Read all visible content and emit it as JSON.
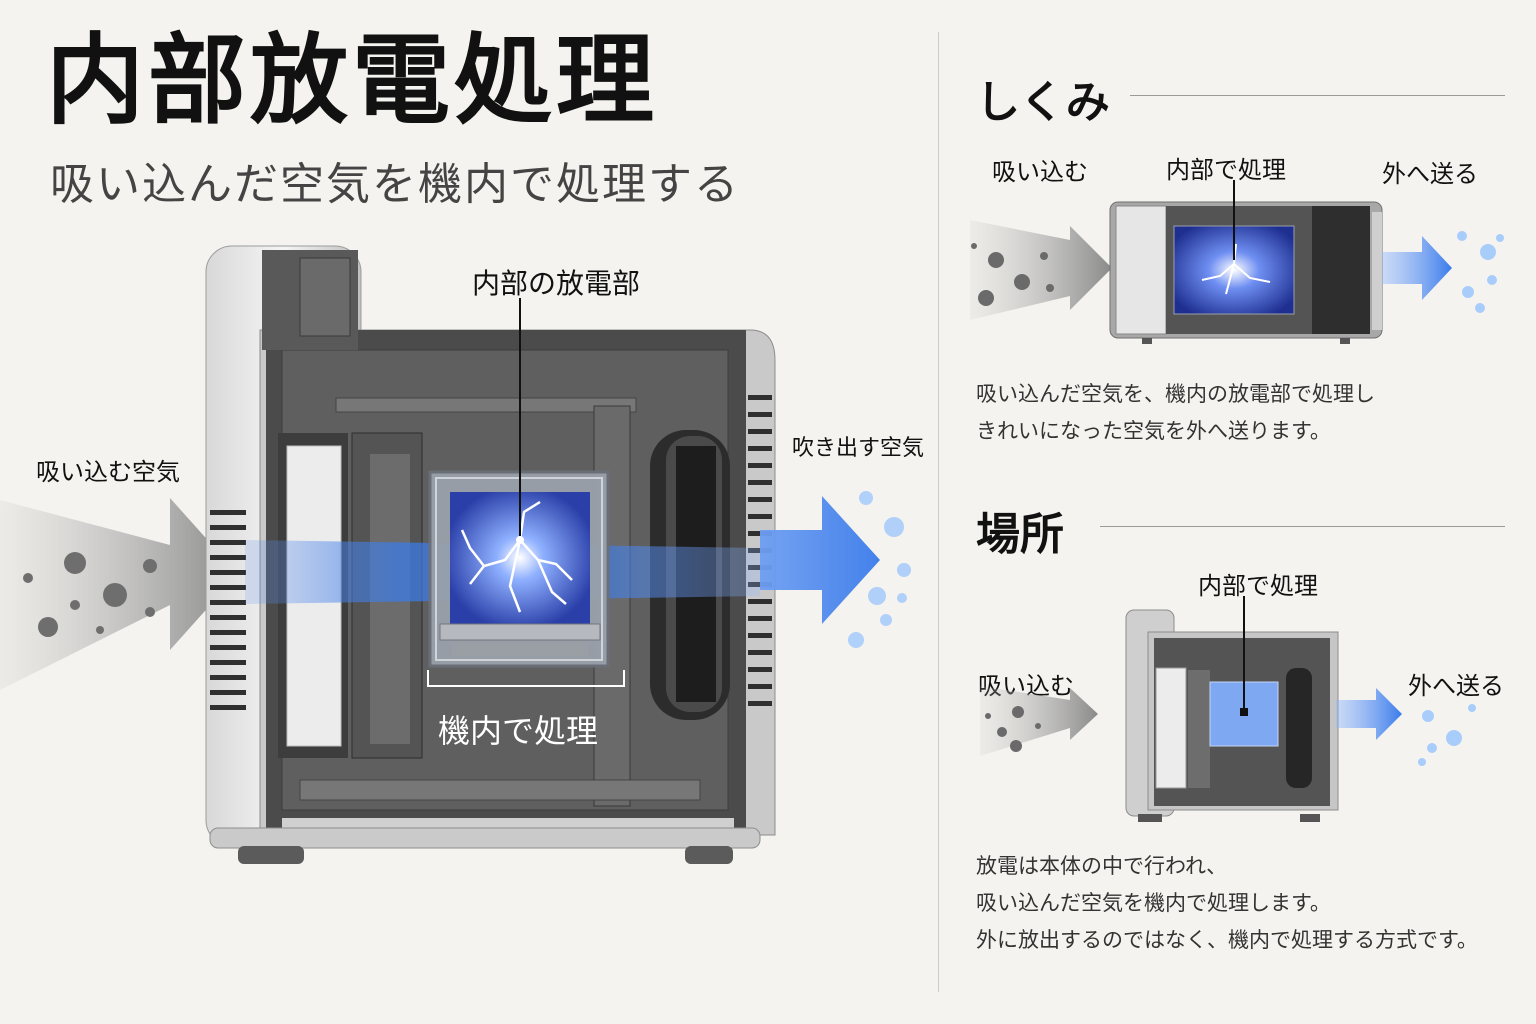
{
  "header": {
    "title": "内部放電処理",
    "subtitle": "吸い込んだ空気を機内で処理する"
  },
  "main_diagram": {
    "label_intake": "吸い込む空気",
    "label_discharge_unit": "内部の放電部",
    "label_outflow": "吹き出す空気",
    "label_inner_process": "機内で処理"
  },
  "mechanism": {
    "heading": "しくみ",
    "step_in": "吸い込む",
    "step_process": "内部で処理",
    "step_out": "外へ送る",
    "description": [
      "吸い込んだ空気を、機内の放電部で処理し",
      "きれいになった空気を外へ送ります。"
    ]
  },
  "location": {
    "heading": "場所",
    "step_in": "吸い込む",
    "step_process": "内部で処理",
    "step_out": "外へ送る",
    "description": [
      "放電は本体の中で行われ、",
      "吸い込んだ空気を機内で処理します。",
      "外に放出するのではなく、機内で処理する方式です。"
    ]
  },
  "colors": {
    "accent_blue": "#3a7bea",
    "glow_blue": "#8fb6ff",
    "arrow_gray": "#8a8a8a",
    "background": "#f4f3ef"
  }
}
